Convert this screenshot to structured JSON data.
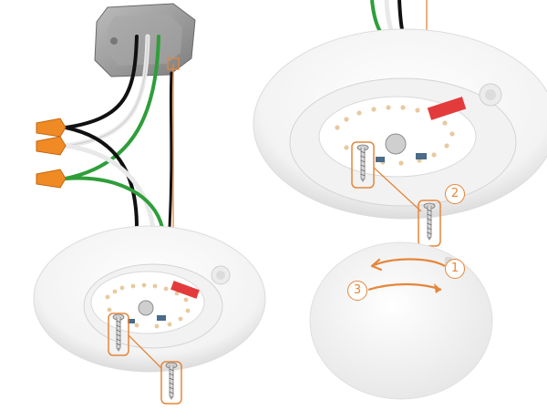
{
  "steps": [
    "1",
    "2",
    "3"
  ],
  "colors": {
    "accent": "#e5863a",
    "wire_black": "#111111",
    "wire_white": "#f4f4f4",
    "wire_green": "#2f9e3a",
    "junction_box": "#9c9c9c",
    "fixture": "#f6f6f6",
    "shadow": "#d8d8d8"
  },
  "icons": [
    "junction-box-icon",
    "wire-nut-icon",
    "screw-icon",
    "motion-sensor-icon",
    "rotate-arrow-icon"
  ]
}
